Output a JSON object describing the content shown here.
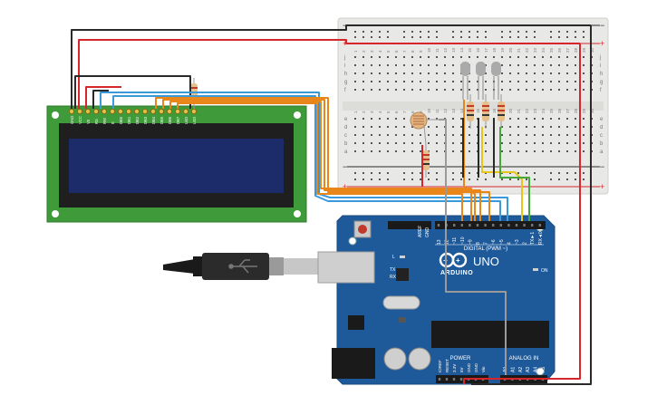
{
  "lcd": {
    "pin_labels": [
      "GND",
      "VCC",
      "V0",
      "RS",
      "RW",
      "E",
      "DB0",
      "DB1",
      "DB2",
      "DB3",
      "DB4",
      "DB5",
      "DB6",
      "DB7",
      "LED",
      "LED"
    ]
  },
  "breadboard": {
    "column_numbers": [
      "1",
      "2",
      "3",
      "4",
      "5",
      "6",
      "7",
      "8",
      "9",
      "10",
      "11",
      "12",
      "13",
      "14",
      "15",
      "16",
      "17",
      "18",
      "19",
      "20",
      "21",
      "22",
      "23",
      "24",
      "25",
      "26",
      "27",
      "28",
      "29",
      "30"
    ],
    "row_letters_top": [
      "j",
      "i",
      "h",
      "g",
      "f"
    ],
    "row_letters_bottom": [
      "e",
      "d",
      "c",
      "b",
      "a"
    ],
    "rail_plus": "+",
    "rail_minus": "−"
  },
  "arduino": {
    "brand": "ARDUINO",
    "model": "UNO",
    "digital_label": "DIGITAL (PWM ~)",
    "power_label": "POWER",
    "analog_label": "ANALOG IN",
    "on_label": "ON",
    "aref": "AREF",
    "gnd": "GND",
    "tx": "TX",
    "rx": "RX",
    "l": "L",
    "digital_pins": [
      "13",
      "12",
      "~11",
      "~10",
      "~9",
      "8",
      "7",
      "~6",
      "~5",
      "4",
      "~3",
      "2",
      "TX►1",
      "RX◄0"
    ],
    "power_pins": [
      "IOREF",
      "RESET",
      "3.3V",
      "5V",
      "GND",
      "GND",
      "Vin"
    ],
    "analog_pins": [
      "A0",
      "A1",
      "A2",
      "A3",
      "A4",
      "A5"
    ]
  },
  "colors": {
    "arduino": "#1e5a9a",
    "lcd_screen": "#1c2b6a",
    "lcd_board": "#3f9a3a",
    "breadboard": "#e8e8e6",
    "wire_red": "#d6262c",
    "wire_black": "#2a2a2a",
    "wire_orange": "#e8861a",
    "wire_blue": "#3a9ad9",
    "wire_yellow": "#e6c619",
    "wire_green": "#47a83a",
    "wire_gray": "#9a9a9a"
  }
}
